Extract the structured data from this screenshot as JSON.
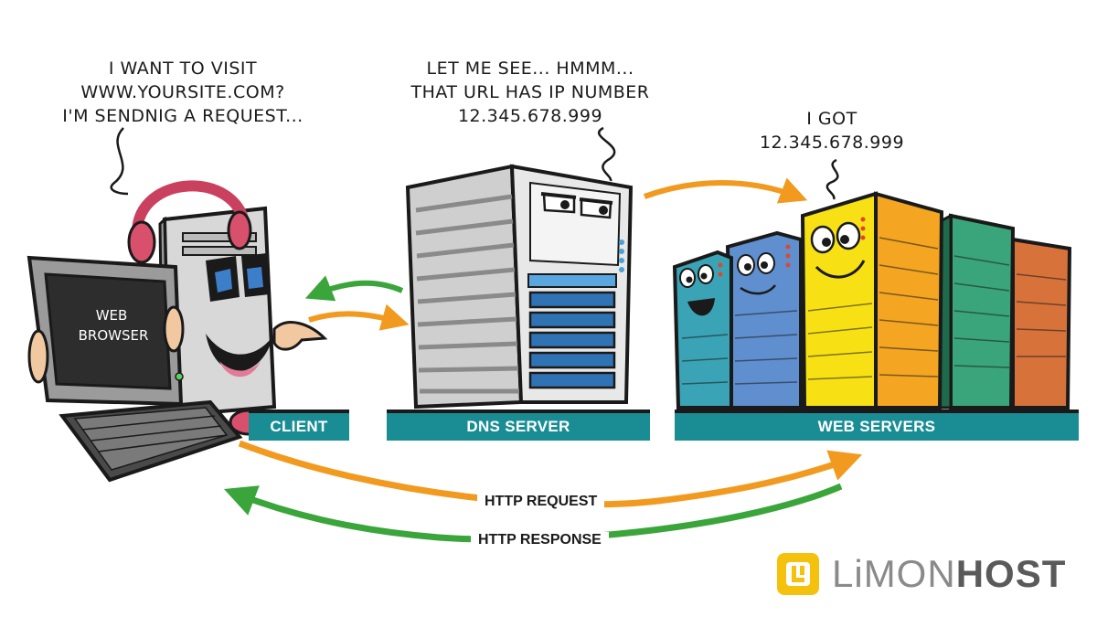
{
  "speech": {
    "client": [
      "I WANT TO VISIT",
      "WWW.YOURSITE.COM?",
      "I'M SENDNIG A REQUEST..."
    ],
    "dns": [
      "LET ME SEE... HMMM...",
      "THAT URL HAS IP NUMBER",
      "12.345.678.999"
    ],
    "web": [
      "I GOT",
      "12.345.678.999"
    ]
  },
  "monitor_text": [
    "WEB",
    "BROWSER"
  ],
  "labels": {
    "client": "CLIENT",
    "dns": "DNS SERVER",
    "web": "WEB SERVERS"
  },
  "flows": {
    "request": "HTTP REQUEST",
    "response": "HTTP RESPONSE"
  },
  "logo": {
    "part1": "LiMON",
    "part2": "HOST"
  },
  "colors": {
    "teal": "#1a8d94",
    "orange": "#f29a1f",
    "green": "#3aa53a",
    "logo_yellow": "#f4c20d"
  }
}
